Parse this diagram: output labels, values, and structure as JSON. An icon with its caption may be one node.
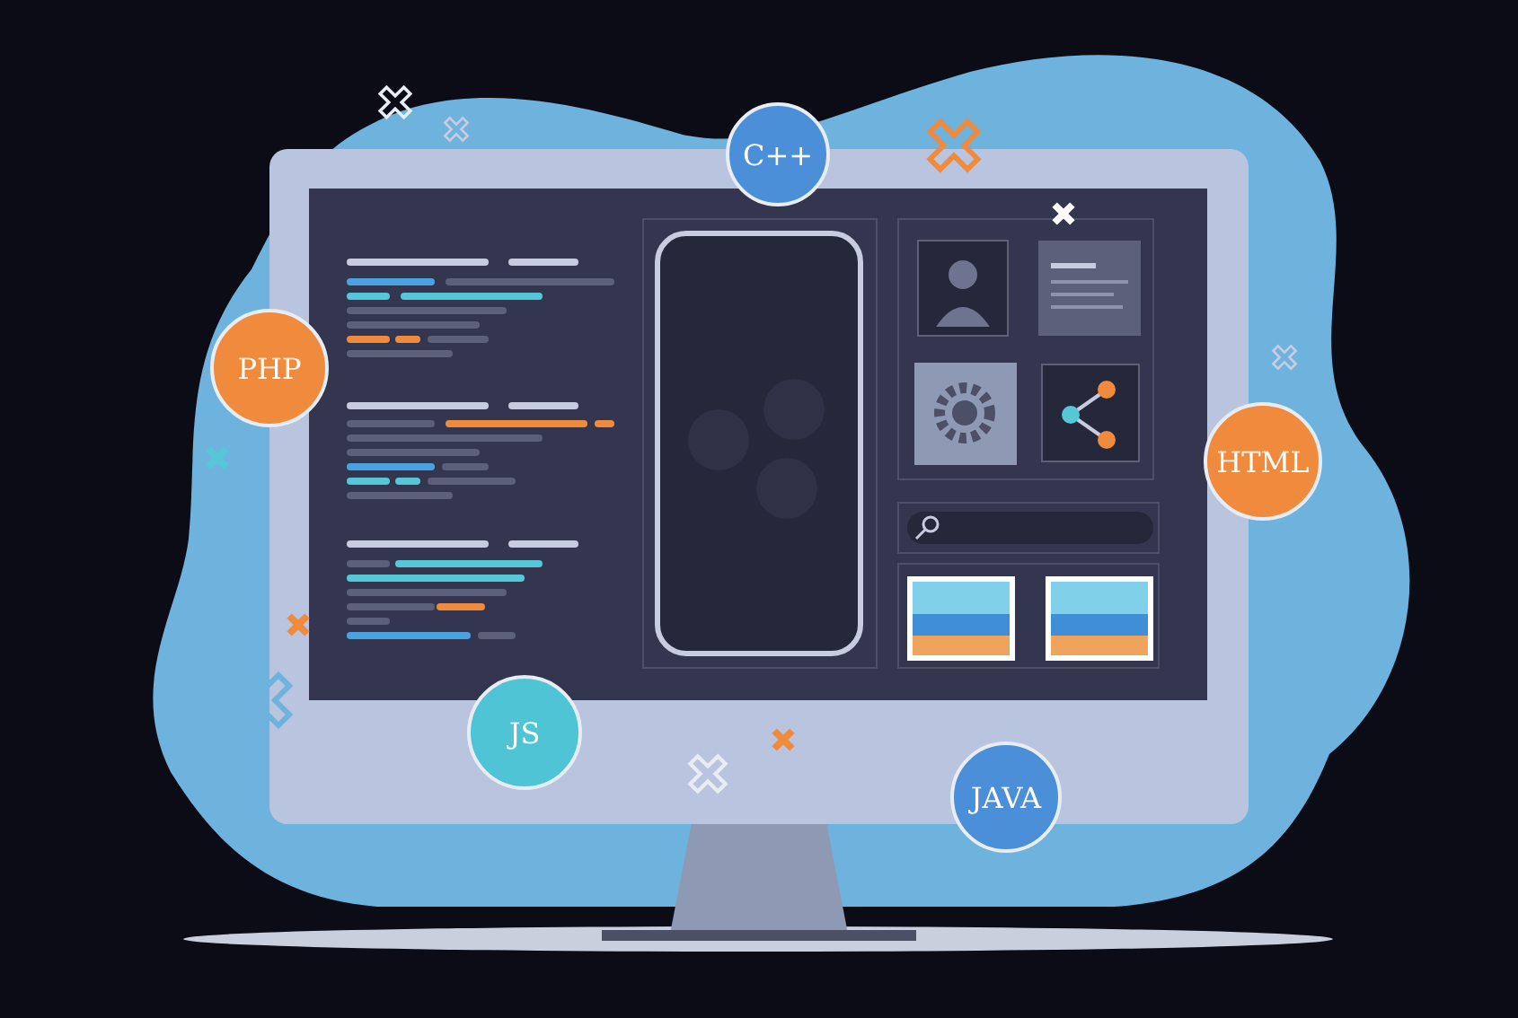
{
  "diagram": {
    "nodes": [
      {
        "text": [
          "C++"
        ]
      },
      {
        "text": [
          "PHP"
        ]
      },
      {
        "text": [
          "HTML"
        ]
      },
      {
        "text": [
          "JS"
        ]
      },
      {
        "text": [
          "JAVA"
        ]
      }
    ]
  }
}
